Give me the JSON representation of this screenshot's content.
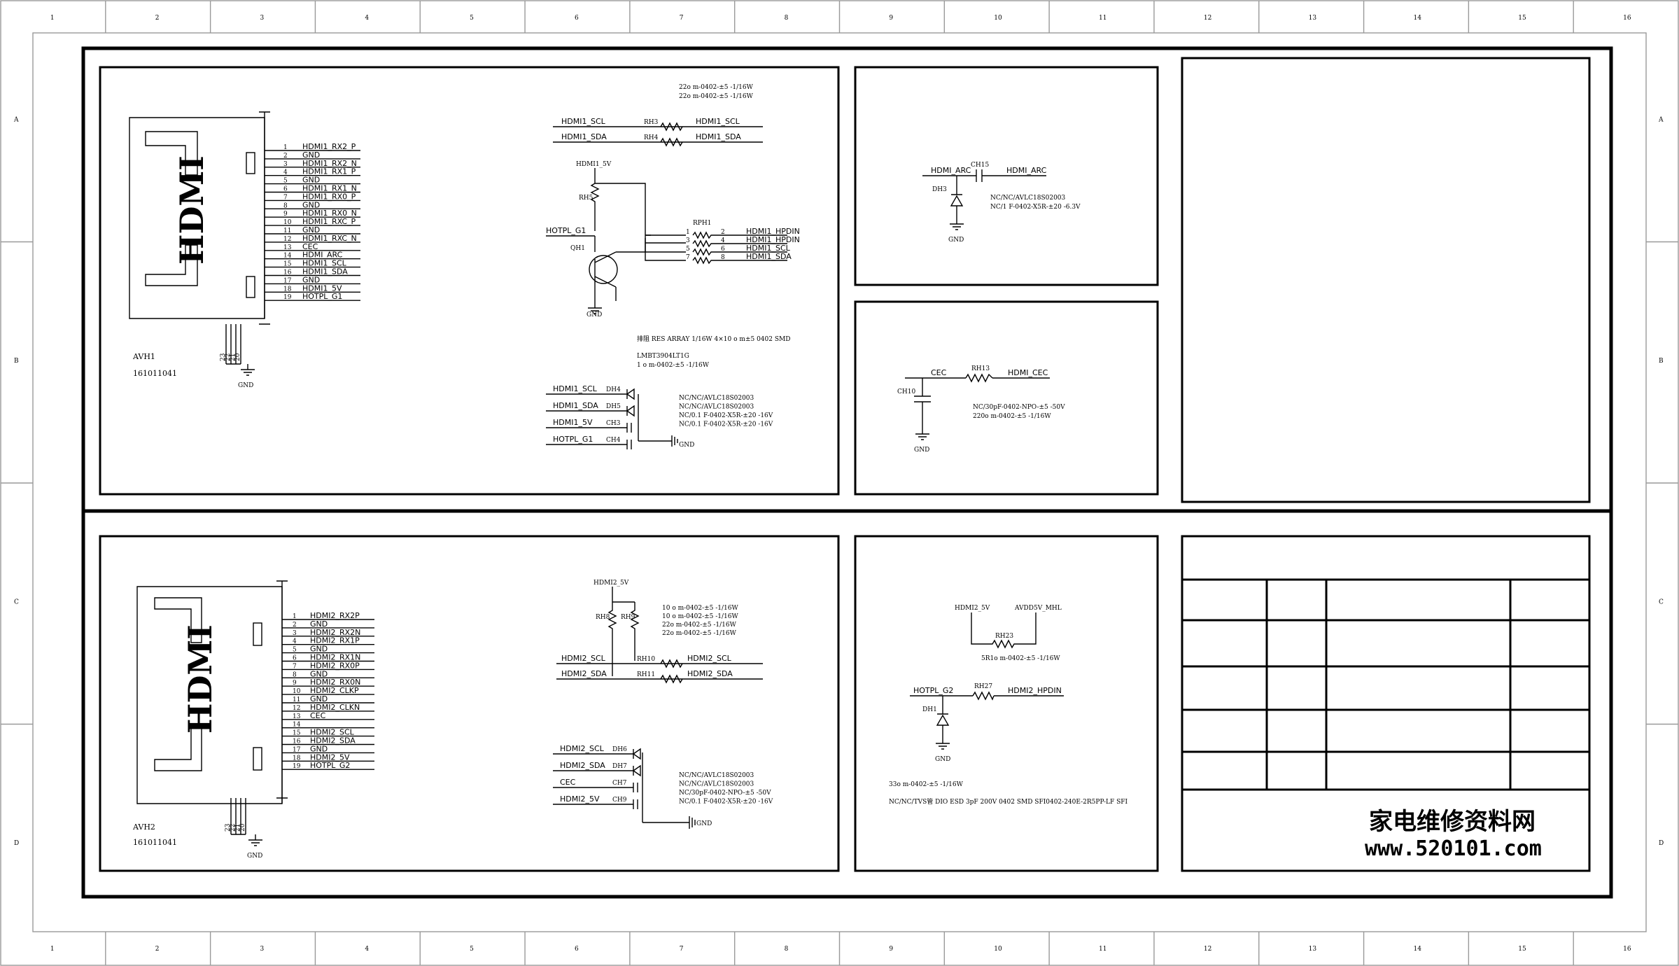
{
  "grid": {
    "cols": [
      "1",
      "2",
      "3",
      "4",
      "5",
      "6",
      "7",
      "8",
      "9",
      "10",
      "11",
      "12",
      "13",
      "14",
      "15",
      "16"
    ],
    "rows": [
      "A",
      "B",
      "C",
      "D"
    ]
  },
  "hdmi1": {
    "title": "HDMI",
    "ref": "AVH1",
    "part": "161011041",
    "pins": [
      {
        "n": "1",
        "name": "HDMI1_RX2_P"
      },
      {
        "n": "2",
        "name": "GND"
      },
      {
        "n": "3",
        "name": "HDMI1_RX2_N"
      },
      {
        "n": "4",
        "name": "HDMI1_RX1_P"
      },
      {
        "n": "5",
        "name": "GND"
      },
      {
        "n": "6",
        "name": "HDMI1_RX1_N"
      },
      {
        "n": "7",
        "name": "HDMI1_RX0_P"
      },
      {
        "n": "8",
        "name": "GND"
      },
      {
        "n": "9",
        "name": "HDMI1_RX0_N"
      },
      {
        "n": "10",
        "name": "HDMI1_RXC_P"
      },
      {
        "n": "11",
        "name": "GND"
      },
      {
        "n": "12",
        "name": "HDMI1_RXC_N"
      },
      {
        "n": "13",
        "name": "CEC"
      },
      {
        "n": "14",
        "name": "HDMI_ARC"
      },
      {
        "n": "15",
        "name": "HDMI1_SCL"
      },
      {
        "n": "16",
        "name": "HDMI1_SDA"
      },
      {
        "n": "17",
        "name": "GND"
      },
      {
        "n": "18",
        "name": "HDMI1_5V"
      },
      {
        "n": "19",
        "name": "HOTPL_G1"
      }
    ],
    "shield_pins": [
      "23",
      "22",
      "21",
      "20"
    ],
    "gnd": "GND"
  },
  "hdmi2": {
    "title": "HDMI",
    "ref": "AVH2",
    "part": "161011041",
    "pins": [
      {
        "n": "1",
        "name": "HDMI2_RX2P"
      },
      {
        "n": "2",
        "name": "GND"
      },
      {
        "n": "3",
        "name": "HDMI2_RX2N"
      },
      {
        "n": "4",
        "name": "HDMI2_RX1P"
      },
      {
        "n": "5",
        "name": "GND"
      },
      {
        "n": "6",
        "name": "HDMI2_RX1N"
      },
      {
        "n": "7",
        "name": "HDMI2_RX0P"
      },
      {
        "n": "8",
        "name": "GND"
      },
      {
        "n": "9",
        "name": "HDMI2_RX0N"
      },
      {
        "n": "10",
        "name": "HDMI2_CLKP"
      },
      {
        "n": "11",
        "name": "GND"
      },
      {
        "n": "12",
        "name": "HDMI2_CLKN"
      },
      {
        "n": "13",
        "name": "CEC"
      },
      {
        "n": "14",
        "name": ""
      },
      {
        "n": "15",
        "name": "HDMI2_SCL"
      },
      {
        "n": "16",
        "name": "HDMI2_SDA"
      },
      {
        "n": "17",
        "name": "GND"
      },
      {
        "n": "18",
        "name": "HDMI2_5V"
      },
      {
        "n": "19",
        "name": "HOTPL_G2"
      }
    ],
    "shield_pins": [
      "23",
      "22",
      "21",
      "20"
    ],
    "gnd": "GND"
  },
  "sec1": {
    "res_note1": "22o m-0402-±5  -1/16W",
    "res_note2": "22o m-0402-±5  -1/16W",
    "scl_left": "HDMI1_SCL",
    "rh3": "RH3",
    "scl_right": "HDMI1_SCL",
    "sda_left": "HDMI1_SDA",
    "rh4": "RH4",
    "sda_right": "HDMI1_SDA",
    "v5": "HDMI1_5V",
    "rh5": "RH5",
    "hotpl": "HOTPL_G1",
    "qh1": "QH1",
    "gnd": "GND",
    "rph1": "RPH1",
    "rph_pins": [
      {
        "l": "1",
        "r": "2",
        "net": "HDMI1_HPDIN"
      },
      {
        "l": "3",
        "r": "4",
        "net": "HDMI1_HPDIN"
      },
      {
        "l": "5",
        "r": "6",
        "net": "HDMI1_SCL"
      },
      {
        "l": "7",
        "r": "8",
        "net": "HDMI1_SDA"
      }
    ],
    "array_note": "排阻 RES ARRAY 1/16W 4×10  o m±5   0402 SMD",
    "q_note1": "LMBT3904LT1G",
    "q_note2": "1  o m-0402-±5  -1/16W",
    "esd": [
      {
        "net": "HDMI1_SCL",
        "ref": "DH4"
      },
      {
        "net": "HDMI1_SDA",
        "ref": "DH5"
      },
      {
        "net": "HDMI1_5V",
        "ref": "CH3"
      },
      {
        "net": "HOTPL_G1",
        "ref": "CH4"
      }
    ],
    "esd_notes": [
      "NC/NC/AVLC18S02003",
      "NC/NC/AVLC18S02003",
      "NC/0.1  F-0402-X5R-±20  -16V",
      "NC/0.1  F-0402-X5R-±20  -16V"
    ],
    "esd_gnd": "GND"
  },
  "arc": {
    "net_l": "HDMI_ARC",
    "ch15": "CH15",
    "net_r": "HDMI_ARC",
    "dh3": "DH3",
    "gnd": "GND",
    "note1": "NC/NC/AVLC18S02003",
    "note2": "NC/1  F-0402-X5R-±20  -6.3V"
  },
  "cec": {
    "net_l": "CEC",
    "rh13": "RH13",
    "net_r": "HDMI_CEC",
    "ch10": "CH10",
    "gnd": "GND",
    "note1": "NC/30pF-0402-NPO-±5  -50V",
    "note2": "220o m-0402-±5  -1/16W"
  },
  "sec2": {
    "v5": "HDMI2_5V",
    "rh8": "RH8",
    "rh9": "RH9",
    "notes": [
      "10  o m-0402-±5  -1/16W",
      "10  o m-0402-±5  -1/16W",
      "22o m-0402-±5  -1/16W",
      "22o m-0402-±5  -1/16W"
    ],
    "scl_left": "HDMI2_SCL",
    "rh10": "RH10",
    "scl_right": "HDMI2_SCL",
    "sda_left": "HDMI2_SDA",
    "rh11": "RH11",
    "sda_right": "HDMI2_SDA",
    "esd": [
      {
        "net": "HDMI2_SCL",
        "ref": "DH6"
      },
      {
        "net": "HDMI2_SDA",
        "ref": "DH7"
      },
      {
        "net": "CEC",
        "ref": "CH7"
      },
      {
        "net": "HDMI2_5V",
        "ref": "CH9"
      }
    ],
    "esd_notes": [
      "NC/NC/AVLC18S02003",
      "NC/NC/AVLC18S02003",
      "NC/30pF-0402-NPO-±5  -50V",
      "NC/0.1  F-0402-X5R-±20  -16V"
    ],
    "esd_gnd": "GND"
  },
  "mhl": {
    "v5": "HDMI2_5V",
    "avdd": "AVDD5V_MHL",
    "rh23": "RH23",
    "rh23_note": "5R1o m-0402-±5  -1/16W",
    "hotpl": "HOTPL_G2",
    "rh27": "RH27",
    "hpdin": "HDMI2_HPDIN",
    "dh1": "DH1",
    "gnd": "GND",
    "note1": "33o m-0402-±5  -1/16W",
    "note2": "NC/NC/TVS管 DIO ESD 3pF 200V 0402 SMD SFI0402-240E-2R5PP-LF SFI"
  },
  "watermark": {
    "line1": "家电维修资料网",
    "line2": "www.520101.com"
  }
}
